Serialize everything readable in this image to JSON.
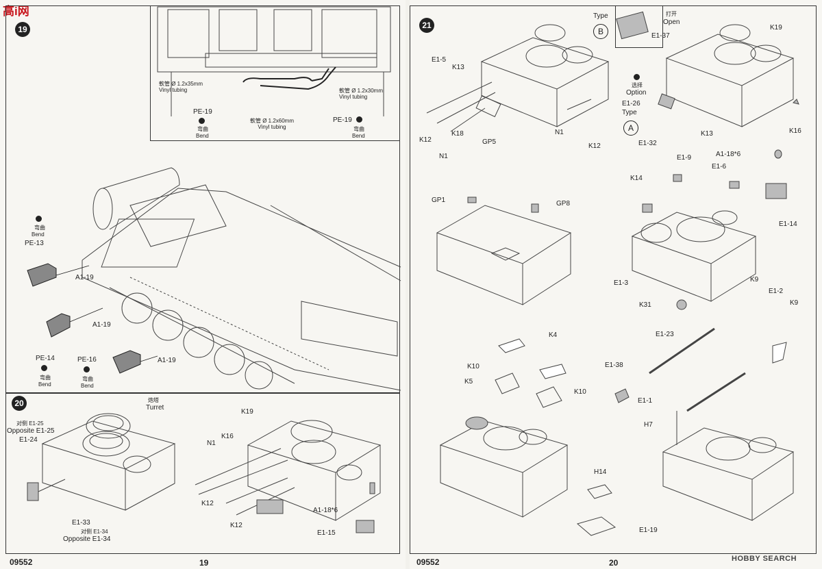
{
  "site_logo": "高i网",
  "watermark": "HOBBY SEARCH",
  "left_page": {
    "number": "19",
    "code": "09552",
    "step19": {
      "number": "19",
      "tubing_1": [
        "軟管 Ø 1.2x35mm",
        "Vinyl tubing"
      ],
      "tubing_2": [
        "軟管 Ø 1.2x30mm",
        "Vinyl tubing"
      ],
      "tubing_3": [
        "軟管 Ø 1.2x60mm",
        "Vinyl tubing"
      ],
      "pe19_left": "PE-19",
      "pe19_right": "PE-19",
      "bend_cn": "弯曲",
      "bend_en": "Bend",
      "pe13": "PE-13",
      "pe14": "PE-14",
      "pe16": "PE-16",
      "a1_19": "A1-19"
    },
    "step20": {
      "number": "20",
      "turret_cn": "炮塔",
      "turret_en": "Turret",
      "e1_25_cn": "对侧 E1-25",
      "e1_25_en": "Opposite E1-25",
      "e1_24": "E1-24",
      "e1_33": "E1-33",
      "e1_34_cn": "对侧 E1-34",
      "e1_34_en": "Opposite E1-34",
      "k19": "K19",
      "k16": "K16",
      "n1": "N1",
      "k12": "K12",
      "a1_18": "A1-18*6",
      "e1_15": "E1-15"
    }
  },
  "right_page": {
    "number": "20",
    "code": "09552",
    "step21": {
      "number": "21",
      "type_label": "Type",
      "type_b": "B",
      "type_a": "A",
      "open_cn": "打开",
      "open_en": "Open",
      "option_cn": "选择",
      "option_en": "Option",
      "parts": {
        "e1_5": "E1-5",
        "k13": "K13",
        "k18": "K18",
        "gp5": "GP5",
        "n1": "N1",
        "k12": "K12",
        "e1_37": "E1-37",
        "k19": "K19",
        "e1_26": "E1-26",
        "e1_32": "E1-32",
        "k16": "K16",
        "a1_18": "A1-18*6",
        "e1_9": "E1-9",
        "e1_6": "E1-6",
        "k14": "K14",
        "e1_14": "E1-14",
        "gp1": "GP1",
        "gp8": "GP8",
        "e1_3": "E1-3",
        "k9": "K9",
        "e1_2": "E1-2",
        "k31": "K31",
        "e1_23": "E1-23",
        "e1_38": "E1-38",
        "e1_1": "E1-1",
        "h7": "H7",
        "k4": "K4",
        "k10": "K10",
        "k5": "K5",
        "h14": "H14",
        "e1_19": "E1-19"
      }
    }
  }
}
